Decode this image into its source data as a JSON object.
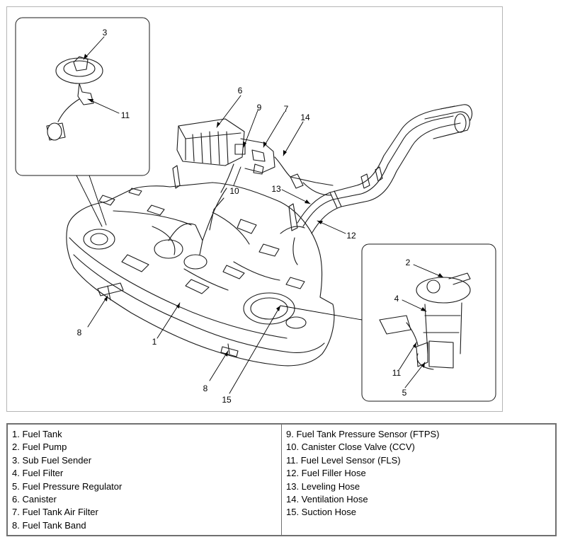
{
  "callouts": {
    "c1": "1",
    "c2": "2",
    "c3": "3",
    "c4": "4",
    "c5": "5",
    "c6": "6",
    "c7": "7",
    "c8a": "8",
    "c8b": "8",
    "c9": "9",
    "c10": "10",
    "c11a": "11",
    "c11b": "11",
    "c12": "12",
    "c13": "13",
    "c14": "14",
    "c15": "15"
  },
  "legend": {
    "left": [
      "1. Fuel Tank",
      "2. Fuel Pump",
      "3. Sub Fuel Sender",
      "4. Fuel Filter",
      "5. Fuel Pressure Regulator",
      "6. Canister",
      "7. Fuel Tank Air Filter",
      "8. Fuel Tank Band"
    ],
    "right": [
      "9. Fuel Tank Pressure Sensor (FTPS)",
      "10. Canister Close Valve (CCV)",
      "11. Fuel Level Sensor (FLS)",
      "12. Fuel Filler Hose",
      "13. Leveling Hose",
      "14. Ventilation Hose",
      "15. Suction Hose"
    ]
  }
}
